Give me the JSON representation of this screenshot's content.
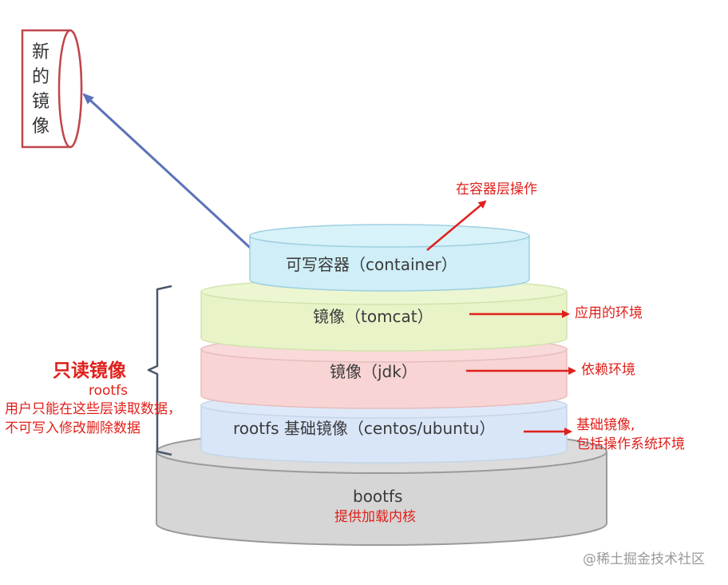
{
  "diagram": {
    "new_image_label": "新的镜像",
    "layers": {
      "container": {
        "label": "可写容器（container）",
        "note": "在容器层操作"
      },
      "tomcat": {
        "label": "镜像（tomcat）",
        "note": "应用的环境"
      },
      "jdk": {
        "label": "镜像（jdk）",
        "note": "依赖环境"
      },
      "rootfs": {
        "label": "rootfs 基础镜像（centos/ubuntu）",
        "note_line1": "基础镜像,",
        "note_line2": "包括操作系统环境"
      },
      "bootfs": {
        "label": "bootfs",
        "note": "提供加载内核"
      }
    },
    "readonly": {
      "title": "只读镜像",
      "subtitle": "rootfs",
      "desc_line1": "用户只能在这些层读取数据，",
      "desc_line2": "不可写入修改删除数据"
    },
    "watermark": "@稀土掘金技术社区"
  },
  "colors": {
    "container": "#cfeef7",
    "tomcat": "#e8f4c8",
    "jdk": "#f8d4d4",
    "rootfs": "#d8e6f8",
    "bootfs": "#d6d6d6",
    "arrow_red": "#e0201b",
    "arrow_blue": "#5a72b8",
    "cylinder_border": "#c0464c"
  }
}
